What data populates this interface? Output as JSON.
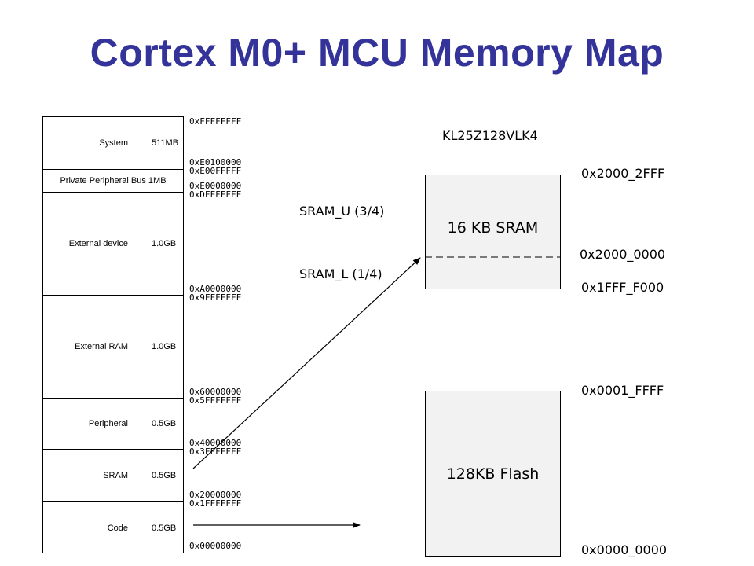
{
  "title": "Cortex M0+ MCU Memory Map",
  "memory_map": {
    "regions": [
      {
        "name": "System",
        "size": "511MB"
      },
      {
        "name": "Private Peripheral Bus 1MB",
        "size": ""
      },
      {
        "name": "External device",
        "size": "1.0GB"
      },
      {
        "name": "External RAM",
        "size": "1.0GB"
      },
      {
        "name": "Peripheral",
        "size": "0.5GB"
      },
      {
        "name": "SRAM",
        "size": "0.5GB"
      },
      {
        "name": "Code",
        "size": "0.5GB"
      }
    ],
    "addresses": {
      "a0": "0xFFFFFFFF",
      "a1": "0xE0100000",
      "a2": "0xE00FFFFF",
      "a3": "0xE0000000",
      "a4": "0xDFFFFFFF",
      "a5": "0xA0000000",
      "a6": "0x9FFFFFFF",
      "a7": "0x60000000",
      "a8": "0x5FFFFFFF",
      "a9": "0x40000000",
      "a10": "0x3FFFFFFF",
      "a11": "0x20000000",
      "a12": "0x1FFFFFFF",
      "a13": "0x00000000"
    }
  },
  "device": {
    "part_number": "KL25Z128VLK4",
    "sram_label": "16 KB SRAM",
    "flash_label": "128KB Flash",
    "sram_upper": "SRAM_U (3/4)",
    "sram_lower": "SRAM_L (1/4)",
    "addr_sram_top": "0x2000_2FFF",
    "addr_sram_mid": "0x2000_0000",
    "addr_sram_bottom": "0x1FFF_F000",
    "addr_flash_top": "0x0001_FFFF",
    "addr_flash_bottom": "0x0000_0000"
  }
}
